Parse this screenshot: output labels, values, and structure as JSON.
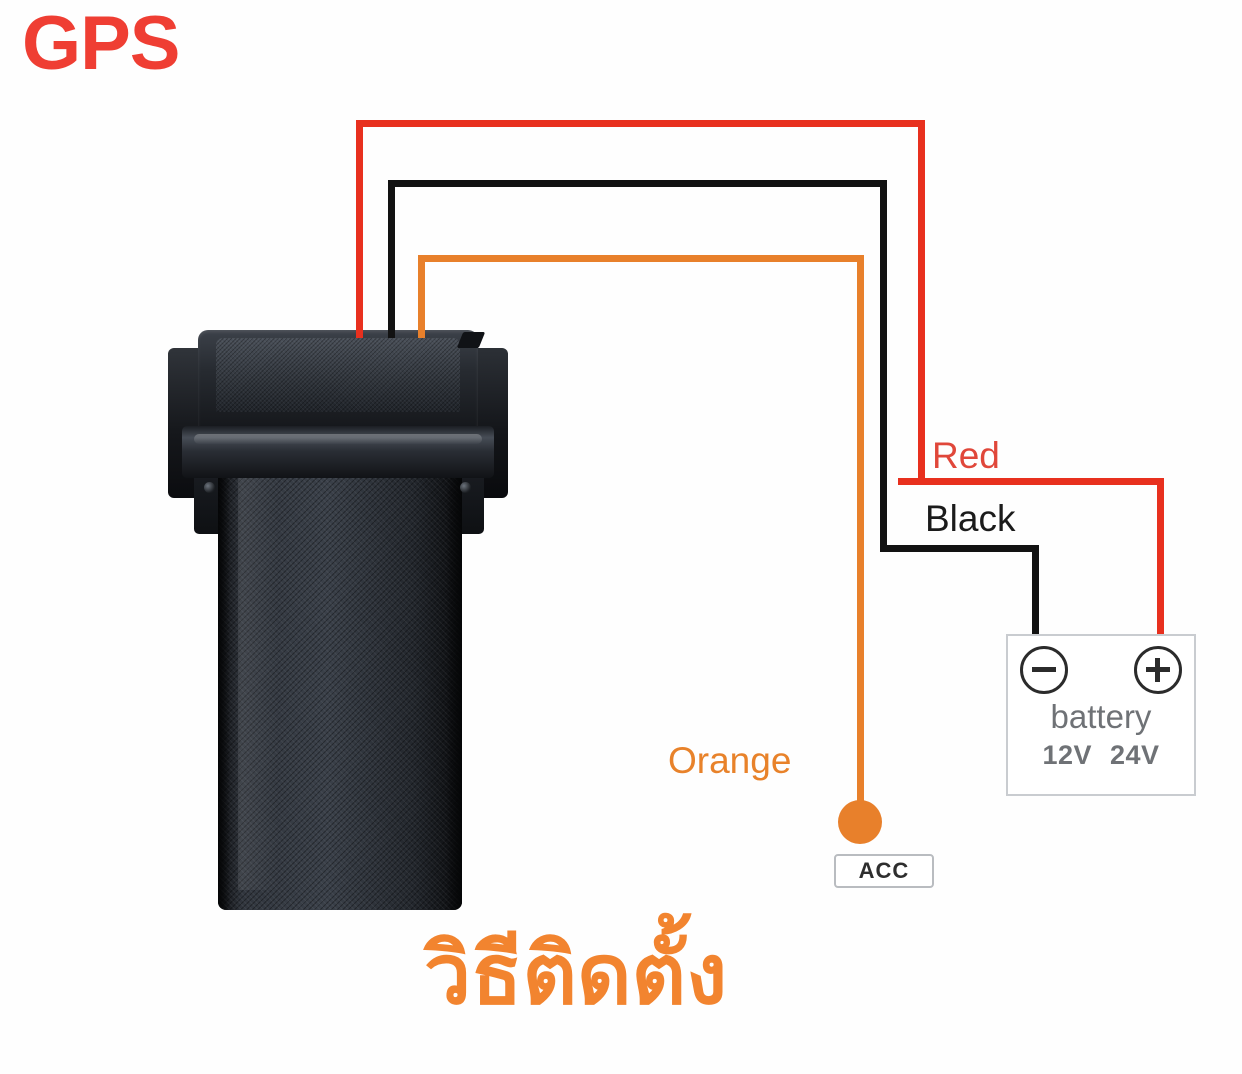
{
  "title": {
    "text": "GPS",
    "color": "#ef3e33"
  },
  "caption": {
    "text": "วิธีติดตั้ง",
    "color": "#f2842f",
    "meaning": "How to install"
  },
  "device": {
    "name": "GPS tracker unit",
    "color": "#1a1d21"
  },
  "wires": [
    {
      "id": "red",
      "label": "Red",
      "color": "#e8301e",
      "connects_to": "battery-positive"
    },
    {
      "id": "black",
      "label": "Black",
      "color": "#121212",
      "connects_to": "battery-negative"
    },
    {
      "id": "orange",
      "label": "Orange",
      "color": "#e8802b",
      "connects_to": "acc"
    }
  ],
  "acc": {
    "label": "ACC",
    "terminal_color": "#e8802b"
  },
  "battery": {
    "name": "battery",
    "voltages": [
      "12V",
      "24V"
    ],
    "negative_symbol": "−",
    "positive_symbol": "+",
    "border_color": "#c9ccd0",
    "text_color": "#6f7276"
  }
}
